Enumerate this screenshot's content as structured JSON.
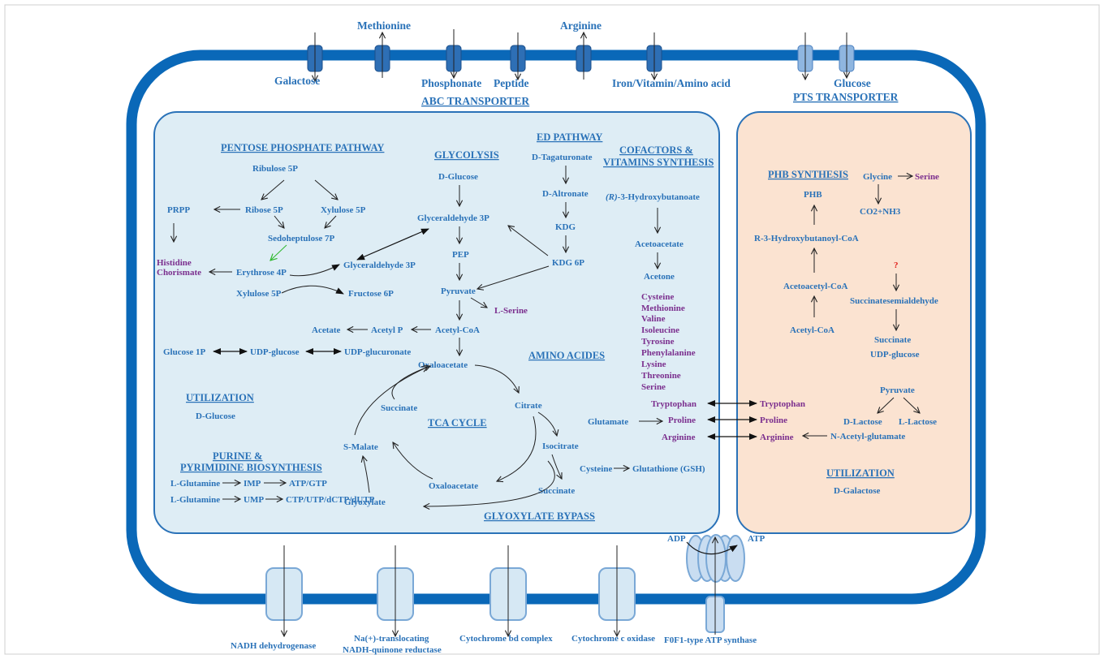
{
  "colors": {
    "membrane": "#0a68b8",
    "abc_box_fill": "#deedf5",
    "pts_box_fill": "#fbe3d1",
    "label_blue": "#2a72b8",
    "amino_purple": "#7b2f8e",
    "unknown_red": "#e0201b"
  },
  "transporters": {
    "abc_title": "ABC TRANSPORTER",
    "pts_title": "PTS TRANSPORTER",
    "galactose": "Galactose",
    "methionine": "Methionine",
    "phosphonate": "Phosphonate",
    "peptide": "Peptide",
    "arginine": "Arginine",
    "iron": "Iron/Vitamin/Amino acid",
    "glucose": "Glucose"
  },
  "ppp": {
    "title": "PENTOSE PHOSPHATE PATHWAY",
    "ribulose5p": "Ribulose 5P",
    "ribose5p": "Ribose 5P",
    "xylulose5p": "Xylulose 5P",
    "prpp": "PRPP",
    "sedoheptulose": "Sedoheptulose 7P",
    "histidine": "Histidine",
    "chorismate": "Chorismate",
    "erythrose4p": "Erythrose 4P",
    "g3p": "Glyceraldehyde 3P",
    "xylulose5p_2": "Xylulose 5P",
    "fructose6p": "Fructose 6P"
  },
  "glycolysis": {
    "title": "GLYCOLYSIS",
    "dglucose": "D-Glucose",
    "g3p": "Glyceraldehyde 3P",
    "pep": "PEP",
    "pyruvate": "Pyruvate",
    "lserine": "L-Serine",
    "acetylcoa": "Acetyl-CoA",
    "acetylp": "Acetyl  P",
    "acetate": "Acetate",
    "oxaloacetate": "Oxaloacetate"
  },
  "udp": {
    "glucose1p": "Glucose 1P",
    "udpglucose": "UDP-glucose",
    "udpglucuronate": "UDP-glucuronate"
  },
  "ed": {
    "title": "ED PATHWAY",
    "tagaturonate": "D-Tagaturonate",
    "altronate": "D-Altronate",
    "kdg": "KDG",
    "kdg6p": "KDG 6P"
  },
  "cofactors": {
    "title1": "COFACTORS &",
    "title2": "VITAMINS SYNTHESIS",
    "r_prefix": "(R)",
    "hydroxybutanoate": "-3-Hydroxybutanoate",
    "acetoacetate": "Acetoacetate",
    "acetone": "Acetone"
  },
  "amino": {
    "title": "AMINO ACIDES",
    "list": [
      "Cysteine",
      "Methionine",
      "Valine",
      "Isoleucine",
      "Tyrosine",
      "Phenylalanine",
      "Lysine",
      "Threonine",
      "Serine"
    ],
    "tryptophan": "Tryptophan",
    "glutamate": "Glutamate",
    "proline": "Proline",
    "arginine": "Arginine",
    "cysteine": "Cysteine",
    "glutathione": "Glutathione (GSH)"
  },
  "tca": {
    "title": "TCA CYCLE",
    "citrate": "Citrate",
    "isocitrate": "Isocitrate",
    "succinate": "Succinate",
    "oxaloacetate": "Oxaloacetate",
    "smalate": "S-Malate",
    "succinate2": "Succinate",
    "glyoxylate": "Glyoxylate",
    "bypass_title": "GLYOXYLATE BYPASS"
  },
  "utilization_left": {
    "title": "UTILIZATION",
    "item": "D-Glucose"
  },
  "purine": {
    "title1": "PURINE &",
    "title2": "PYRIMIDINE BIOSYNTHESIS",
    "lglutamine1": "L-Glutamine",
    "imp": "IMP",
    "atpgtp": "ATP/GTP",
    "lglutamine2": "L-Glutamine",
    "ump": "UMP",
    "ctp": "CTP/UTP/dCTP/dUTP"
  },
  "pts": {
    "phb_title": "PHB SYNTHESIS",
    "phb": "PHB",
    "glycine": "Glycine",
    "serine": "Serine",
    "co2": "CO2+NH3",
    "r3h": "R-3-Hydroxybutanoyl-CoA",
    "question": "?",
    "acetoacetylcoa": "Acetoacetyl-CoA",
    "succsemi": "Succinatesemialdehyde",
    "acetylcoa": "Acetyl-CoA",
    "succinate": "Succinate",
    "udpglucose": "UDP-glucose",
    "pyruvate": "Pyruvate",
    "tryptophan": "Tryptophan",
    "proline": "Proline",
    "arginine": "Arginine",
    "dlactose": "D-Lactose",
    "llactose": "L-Lactose",
    "nacetyl": "N-Acetyl-glutamate",
    "util_title": "UTILIZATION",
    "util_item": "D-Galactose"
  },
  "respiration": {
    "nadh": "NADH dehydrogenase",
    "na1": "Na(+)-translocating",
    "na2": "NADH-quinone reductase",
    "cytbd": "Cytochrome bd complex",
    "cytc": "Cytochrome c oxidase",
    "atpsynth": "F0F1-type ATP synthase",
    "adp": "ADP",
    "atp": "ATP"
  }
}
